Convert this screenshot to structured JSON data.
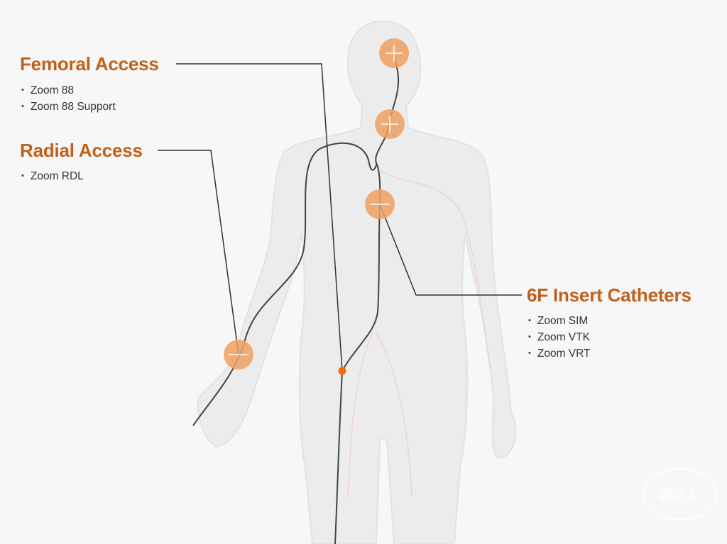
{
  "sections": [
    {
      "title": "Femoral Access",
      "items": [
        "Zoom 88",
        "Zoom 88 Support"
      ]
    },
    {
      "title": "Radial Access",
      "items": [
        "Zoom RDL"
      ]
    },
    {
      "title": "6F Insert Catheters",
      "items": [
        "Zoom SIM",
        "Zoom VTK",
        "Zoom VRT"
      ]
    }
  ],
  "watermark": "脑医汇",
  "colors": {
    "accent": "#c0611a",
    "marker": "#f0a060",
    "access_point": "#f26a10",
    "catheter": "#444444"
  }
}
